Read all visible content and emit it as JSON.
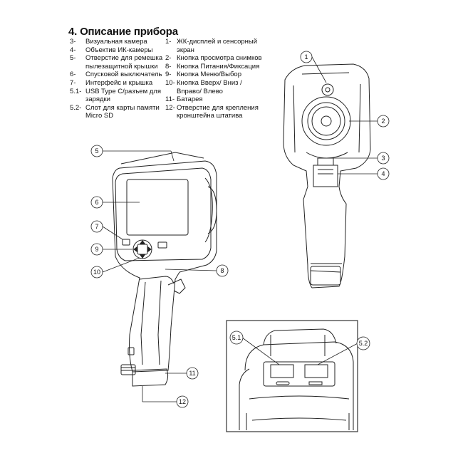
{
  "heading": "4. Описание прибора",
  "left_items": [
    {
      "num": "3-",
      "text": "Визуальная камера"
    },
    {
      "num": "4-",
      "text": "Объектив ИК-камеры"
    },
    {
      "num": "5-",
      "text": "Отверстие для ремешка пылезащитной крышки"
    },
    {
      "num": "6-",
      "text": "Спусковой выключатель"
    },
    {
      "num": "7-",
      "text": "Интерфейс и крышка"
    },
    {
      "num": "5.1-",
      "text": "USB Type C/разъем для зарядки"
    },
    {
      "num": "5.2-",
      "text": "Слот для карты памяти Micro SD"
    }
  ],
  "right_items": [
    {
      "num": "1-",
      "text": "ЖК-дисплей и сенсорный экран"
    },
    {
      "num": "2-",
      "text": "Кнопка просмотра снимков"
    },
    {
      "num": "8-",
      "text": "Кнопка Питания/Фиксация"
    },
    {
      "num": "9-",
      "text": "Кнопка Меню/Выбор"
    },
    {
      "num": "10-",
      "text": "Кнопка Вверх/ Вниз /Вправо/ Влево"
    },
    {
      "num": "11-",
      "text": "Батарея"
    },
    {
      "num": "12-",
      "text": "Отверстие для крепления кронштейна штатива"
    }
  ],
  "callouts": {
    "c1": "1",
    "c2": "2",
    "c3": "3",
    "c4": "4",
    "c5": "5",
    "c6": "6",
    "c7": "7",
    "c8": "8",
    "c9": "9",
    "c10": "10",
    "c11": "11",
    "c12": "12",
    "c51": "5.1",
    "c52": "5.2"
  }
}
